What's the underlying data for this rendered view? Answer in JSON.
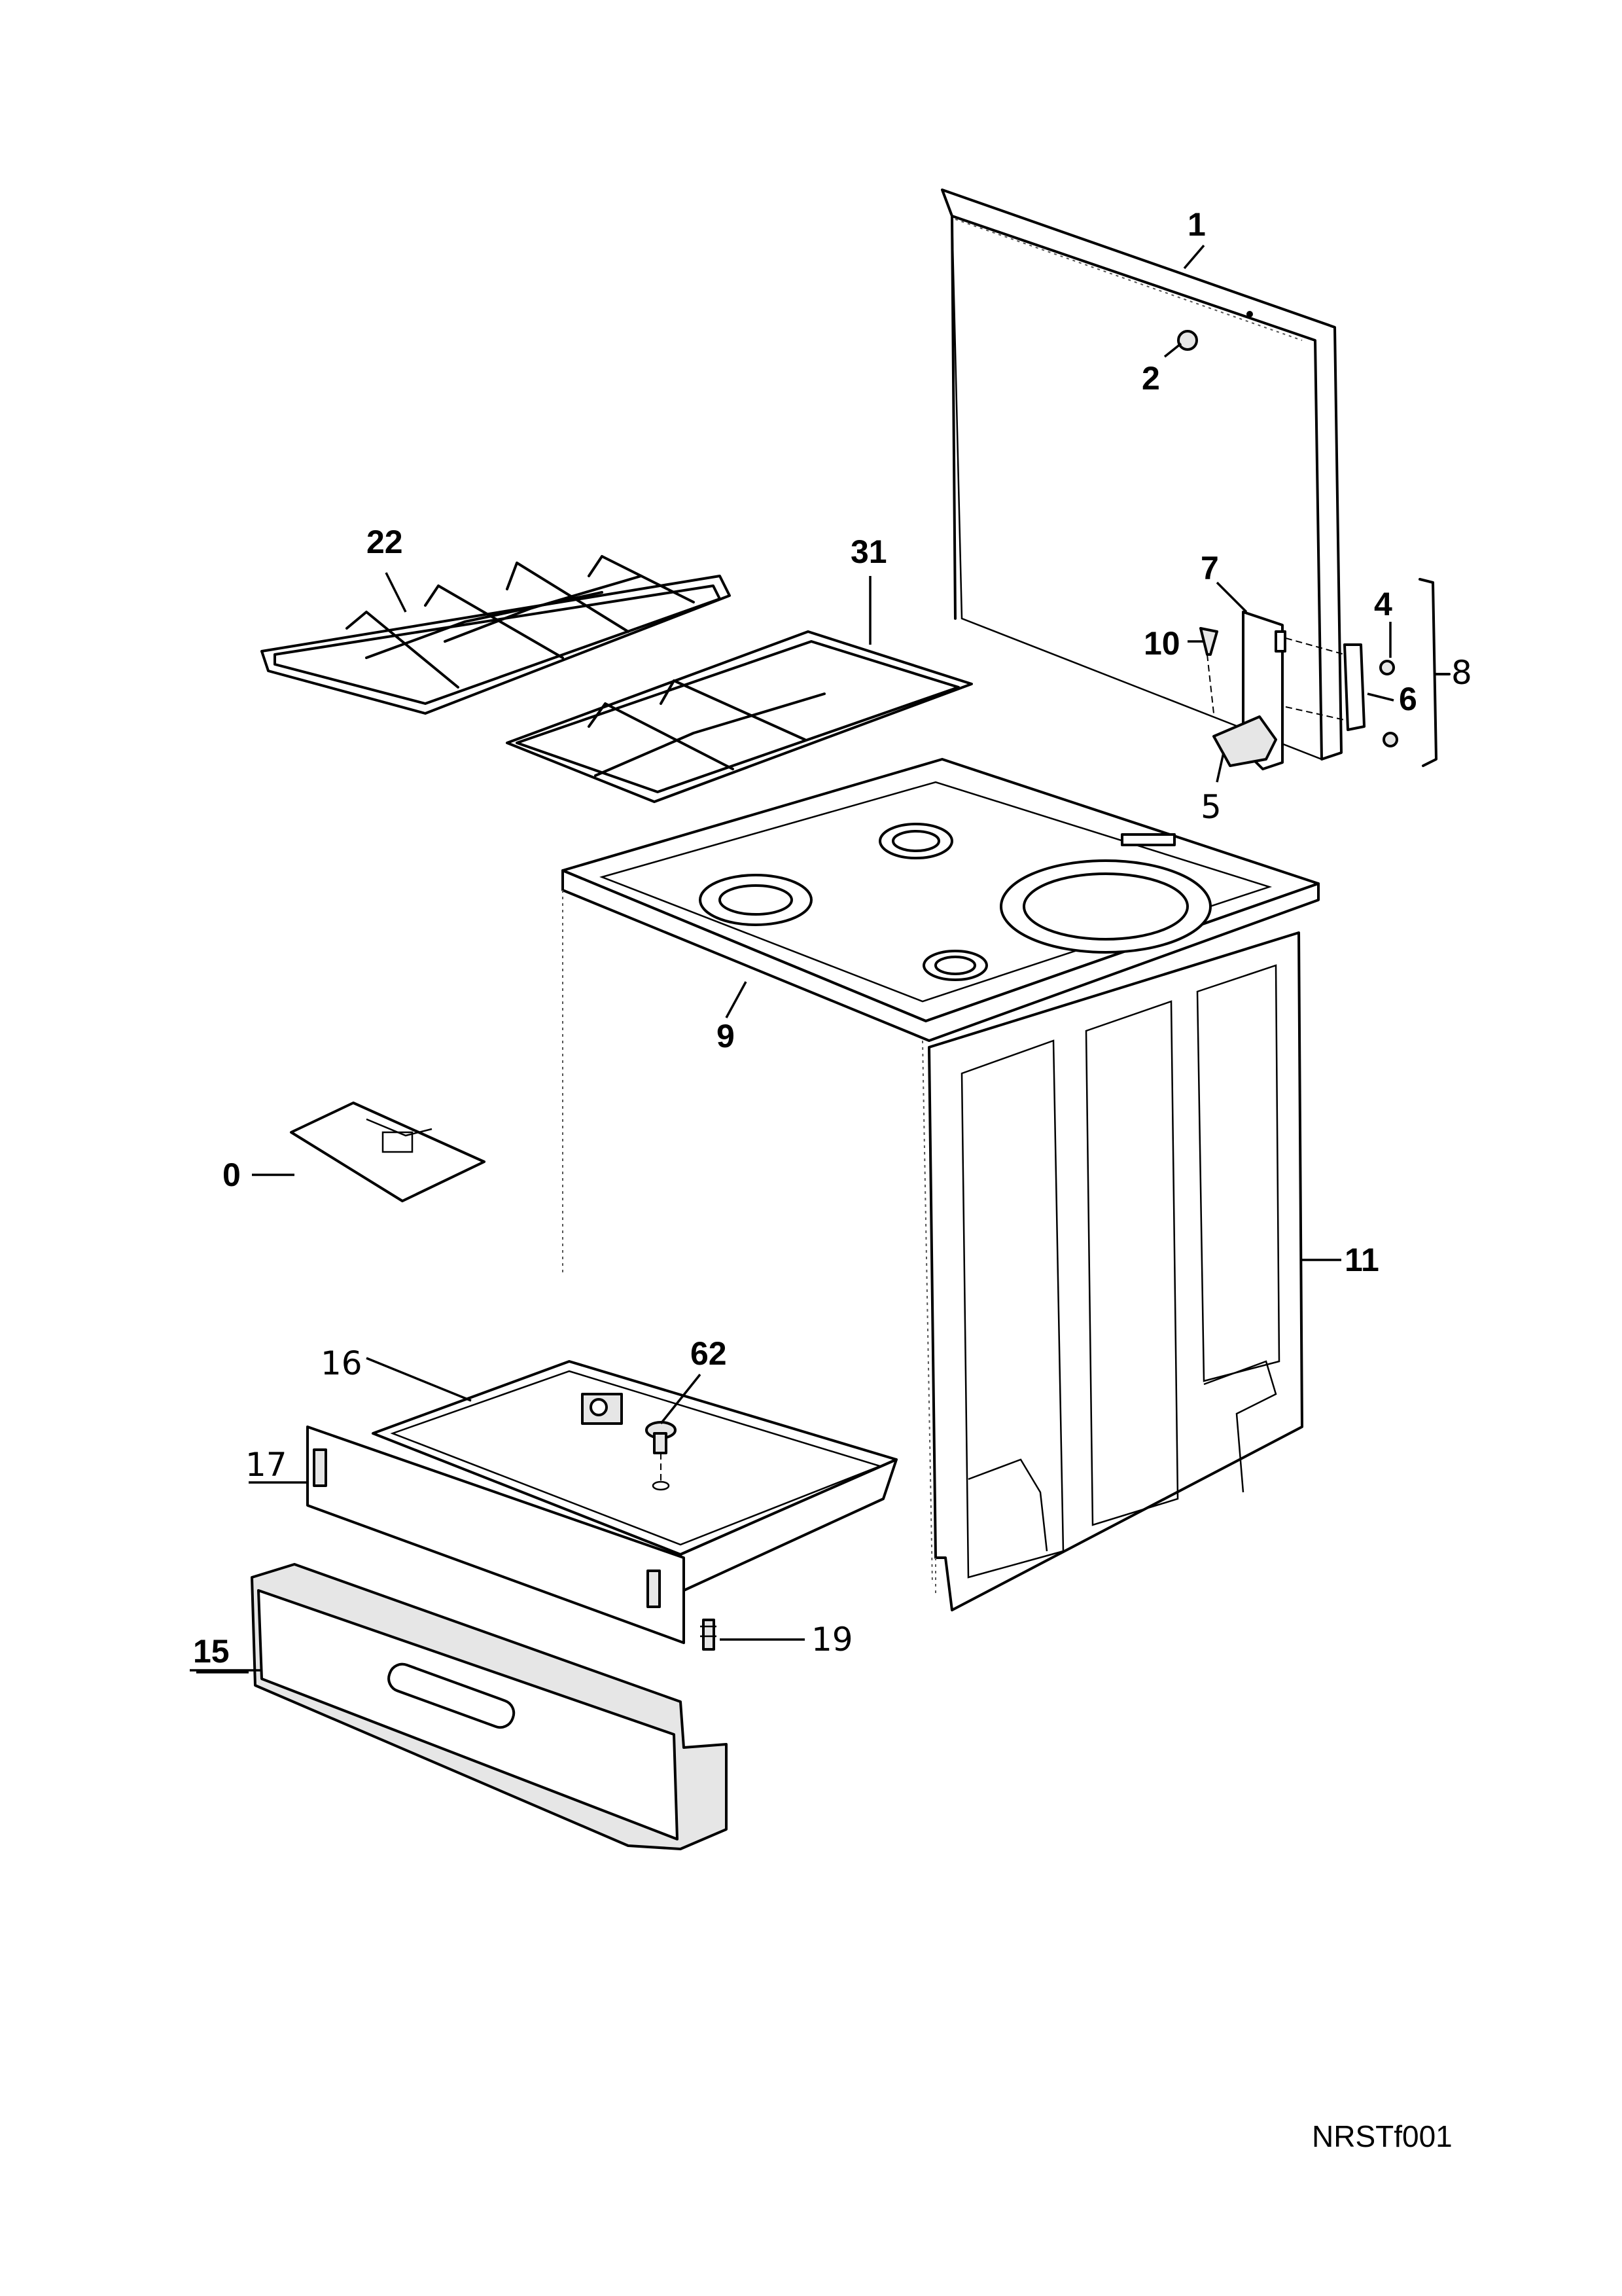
{
  "labels": {
    "p1": "1",
    "p2": "2",
    "p22": "22",
    "p31": "31",
    "p7": "7",
    "p10": "10",
    "p4": "4",
    "p6": "6",
    "p8": "8",
    "p5": "5",
    "p9": "9",
    "p0": "0",
    "p11": "11",
    "p16": "16",
    "p62": "62",
    "p17": "17",
    "p15": "15",
    "p19": "19"
  },
  "drawing_code": "NRSTf001"
}
